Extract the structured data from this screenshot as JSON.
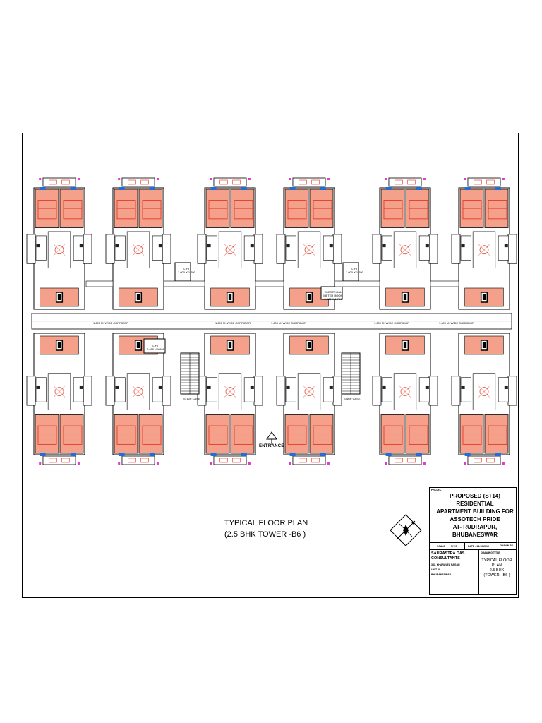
{
  "plan": {
    "title_line1": "TYPICAL FLOOR PLAN",
    "title_line2": "(2.5 BHK  TOWER -B6 )",
    "entrance": "ENTRANCE",
    "corridor_label": "1.600 M. WIDE CORRIDOR",
    "lift_label": "LIFT",
    "lift_size": "1.600 X 1.700",
    "electrical_room": "ELECTRICAL METER ROOM",
    "electrical_size": "2.900 X 1.700",
    "stair_label": "STAIR CASE",
    "lift_room_label": "LIFT",
    "lift_room_size": "2.400 X 1.800"
  },
  "title_block": {
    "project_label": "PROJECT",
    "project_line1": "PROPOSED (S+14) RESIDENTIAL",
    "project_line2": "APARTMENT BUILDING FOR",
    "project_line3": "ASSOTECH PRIDE",
    "project_line4": "AT- RUDRAPUR, BHUBANESWAR",
    "scale": "SCALE",
    "scale_value": "N.T.S",
    "date": "DATE - 14.10.2019",
    "drawn_by": "DRAWN  BY",
    "firm_line1": "SAURASTRA DAS",
    "firm_line2": "CONSULTANTS",
    "address_line1": "381, KHARAVEL NAGAR",
    "address_line2": "UNIT-III",
    "address_line3": "BHUBANESWAR",
    "drawing_title_label": "DRAWING TITLE",
    "drawing_title_line1": "TYPICAL FLOOR PLAN",
    "drawing_title_line2": "2.5 BHK",
    "drawing_title_line3": "(TOWER - B6  )"
  },
  "colors": {
    "room_fill": "#f4a08a",
    "furniture": "#e0301e",
    "window_blue": "#1e6fd8",
    "door_magenta": "#e03cc0",
    "line": "#000000"
  }
}
